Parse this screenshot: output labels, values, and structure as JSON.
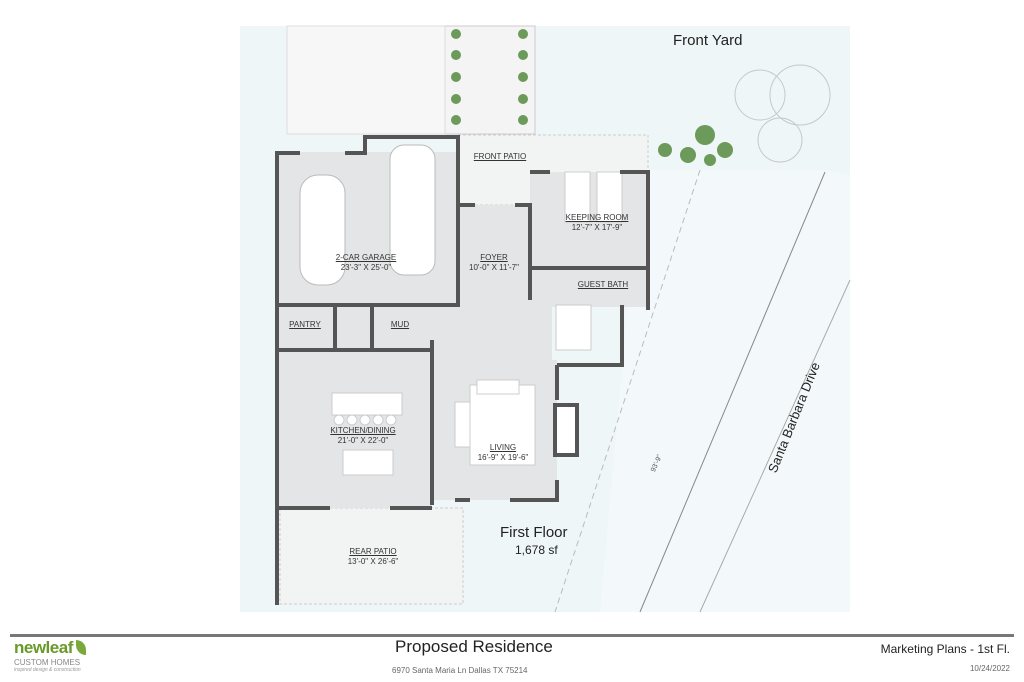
{
  "plan": {
    "front_yard": "Front Yard",
    "street": "Santa Barbara Drive",
    "floor_title": "First Floor",
    "floor_area": "1,678 sf",
    "lot_dimension": "93'-9\"",
    "rooms": [
      {
        "name": "FRONT PATIO",
        "size": ""
      },
      {
        "name": "KEEPING ROOM",
        "size": "12'-7\" X 17'-9\""
      },
      {
        "name": "2-CAR GARAGE",
        "size": "23'-3\" X 25'-0\""
      },
      {
        "name": "FOYER",
        "size": "10'-0\" X 11'-7\""
      },
      {
        "name": "GUEST BATH",
        "size": ""
      },
      {
        "name": "PANTRY",
        "size": ""
      },
      {
        "name": "MUD",
        "size": ""
      },
      {
        "name": "KITCHEN/DINING",
        "size": "21'-0\" X 22'-0\""
      },
      {
        "name": "LIVING",
        "size": "16'-9\" X 19'-6\""
      },
      {
        "name": "REAR PATIO",
        "size": "13'-0\" X 26'-6\""
      }
    ]
  },
  "footer": {
    "logo_main": "newleaf",
    "logo_sub": "CUSTOM HOMES",
    "logo_tagline": "inspired design & construction",
    "title": "Proposed Residence",
    "address": "6970 Santa Maria Ln Dallas TX 75214",
    "sheet": "Marketing Plans - 1st Fl.",
    "date": "10/24/2022"
  },
  "colors": {
    "wall": "#555555",
    "floor": "#e4e5e6",
    "lot": "#eef6f7",
    "logo_green": "#6a9a2a"
  }
}
